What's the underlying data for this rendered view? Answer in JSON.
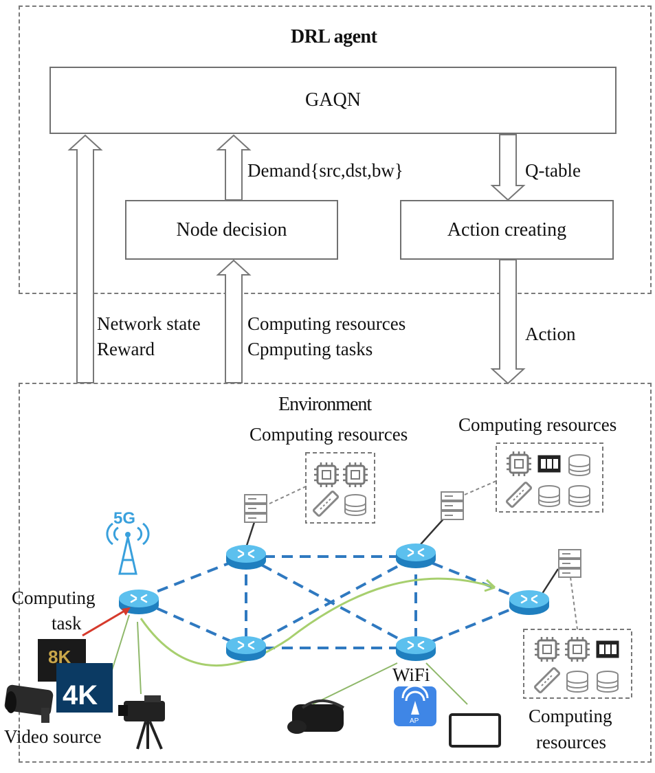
{
  "agent": {
    "title": "DRL agent",
    "gaqn": "GAQN",
    "node_decision": "Node decision",
    "action_creating": "Action creating",
    "demand": "Demand{src,dst,bw}",
    "qtable": "Q-table"
  },
  "links": {
    "network_state": "Network state",
    "reward": "Reward",
    "computing_resources": "Computing resources",
    "computing_tasks": "Cpmputing tasks",
    "action": "Action"
  },
  "environment": {
    "title": "Environment",
    "cr_top_center": "Computing resources",
    "cr_top_right": "Computing resources",
    "cr_bottom_right_1": "Computing",
    "cr_bottom_right_2": "resources",
    "computing_task_1": "Computing",
    "computing_task_2": "task",
    "video_source": "Video source",
    "wifi": "WiFi",
    "badge_5g": "5G",
    "badge_8k": "8K",
    "badge_4k": "4K",
    "badge_ap": "AP"
  },
  "colors": {
    "router": "#39a7e0",
    "link": "#2f79c0",
    "path": "#a7cf6e",
    "task_arrow": "#d63a2c"
  }
}
